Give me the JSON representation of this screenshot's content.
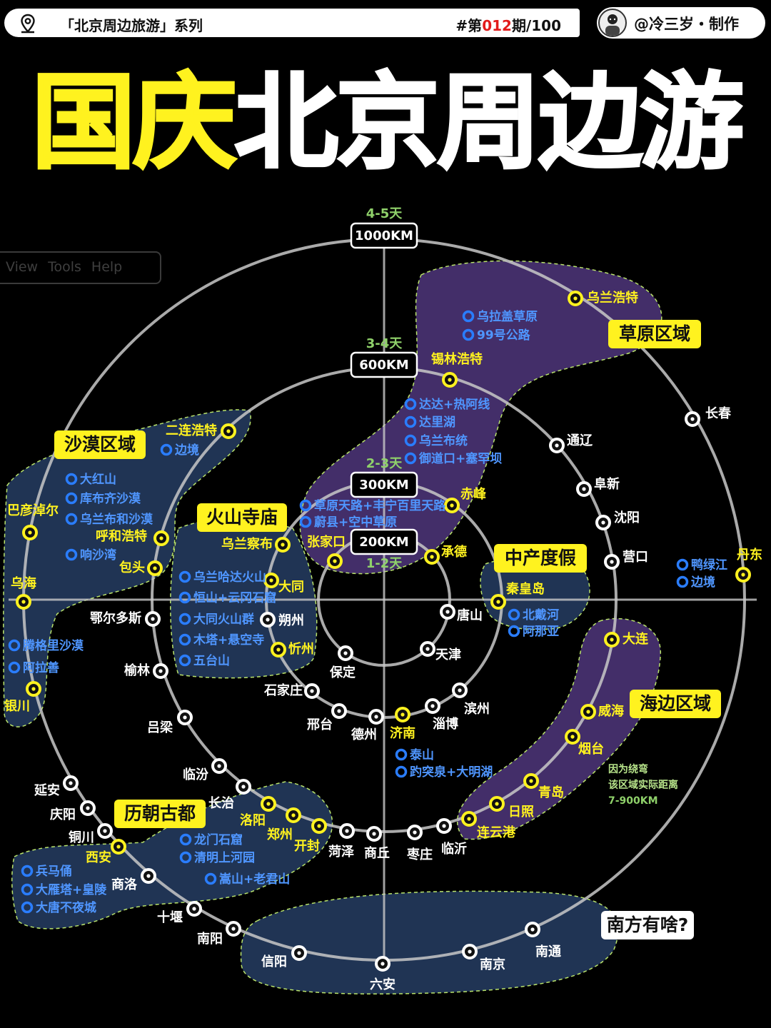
{
  "topbar": {
    "series": "「北京周边旅游」系列",
    "issue_prefix": "#第",
    "issue_num": "012",
    "issue_suffix": "期/100"
  },
  "author": {
    "name": "@冷三岁・制作"
  },
  "headline": {
    "part1": "国庆",
    "part2": "北京周边游"
  },
  "ghost_toolbar": {
    "view": "View",
    "tools": "Tools",
    "help": "Help"
  },
  "colors": {
    "yellow": "#fff21f",
    "blue_dot": "#2a7dff",
    "purple_zone": "#5a3d8c",
    "blue_zone": "#2b4670",
    "ring": "#c8c8c8",
    "accent_green": "#8fd16a"
  },
  "rings": [
    {
      "km": "1000KM",
      "days": "4-5天"
    },
    {
      "km": "600KM",
      "days": "3-4天"
    },
    {
      "km": "300KM",
      "days": "2-3天"
    },
    {
      "km": "200KM",
      "days": "1-2天"
    }
  ],
  "zones": [
    {
      "name": "草原区域"
    },
    {
      "name": "沙漠区域"
    },
    {
      "name": "火山寺庙"
    },
    {
      "name": "中产度假"
    },
    {
      "name": "海边区域"
    },
    {
      "name": "历朝古都"
    },
    {
      "name": "南方有啥?"
    }
  ],
  "cities_yellow": [
    "乌兰浩特",
    "锡林浩特",
    "二连浩特",
    "巴彦淖尔",
    "呼和浩特",
    "包头",
    "乌海",
    "银川",
    "乌兰察布",
    "大同",
    "忻州",
    "张家口",
    "赤峰",
    "承德",
    "秦皇岛",
    "丹东",
    "大连",
    "威海",
    "烟台",
    "青岛",
    "日照",
    "连云港",
    "济南",
    "洛阳",
    "郑州",
    "开封",
    "西安"
  ],
  "cities_white": [
    "长春",
    "通辽",
    "阜新",
    "沈阳",
    "营口",
    "唐山",
    "天津",
    "保定",
    "鄂尔多斯",
    "朔州",
    "榆林",
    "石家庄",
    "邢台",
    "德州",
    "淄博",
    "滨州",
    "吕梁",
    "临汾",
    "长治",
    "延安",
    "庆阳",
    "铜川",
    "商洛",
    "十堰",
    "南阳",
    "信阳",
    "六安",
    "南京",
    "南通",
    "菏泽",
    "商丘",
    "枣庄",
    "临沂"
  ],
  "spots": [
    "乌拉盖草原",
    "99号公路",
    "达达+热阿线",
    "达里湖",
    "乌兰布统",
    "御道口+塞罕坝",
    "草原天路+丰宁百里天路",
    "蔚县+空中草原",
    "边境",
    "大红山",
    "库布齐沙漠",
    "乌兰布和沙漠",
    "响沙湾",
    "腾格里沙漠",
    "阿拉善",
    "乌兰哈达火山",
    "恒山+云冈石窟",
    "大同火山群",
    "木塔+悬空寺",
    "五台山",
    "北戴河",
    "阿那亚",
    "鸭绿江",
    "边境",
    "泰山",
    "趵突泉+大明湖",
    "龙门石窟",
    "清明上河园",
    "嵩山+老君山",
    "兵马俑",
    "大雁塔+皇陵",
    "大唐不夜城"
  ],
  "note": [
    "因为绕弯",
    "该区域实际距离",
    "7-900KM"
  ]
}
